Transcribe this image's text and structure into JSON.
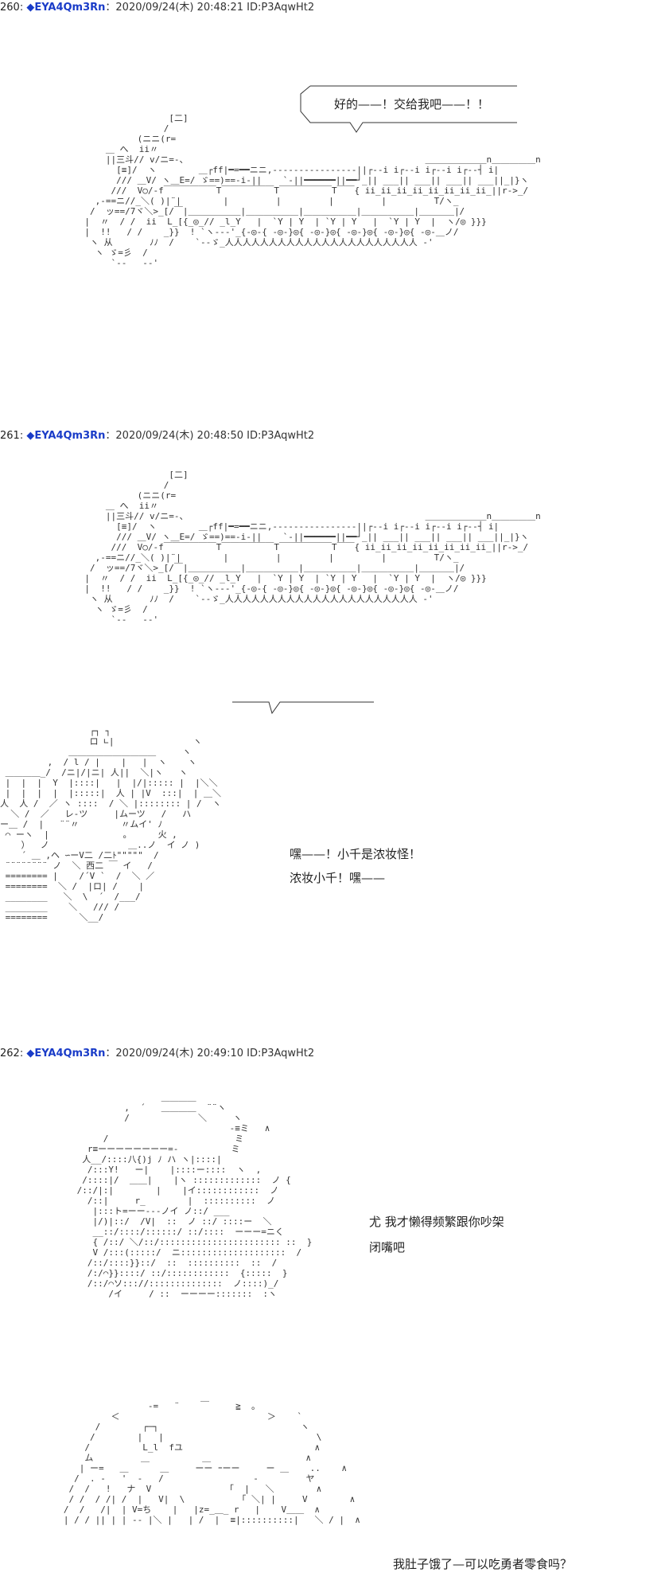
{
  "posts": [
    {
      "number": "260",
      "name": "◆EYA4Qm3Rn",
      "meta": "：2020/09/24(木) 20:48:21 ID:P3AqwHt2",
      "dialogue": [
        "好的——！交给我吧——！！"
      ]
    },
    {
      "number": "261",
      "name": "◆EYA4Qm3Rn",
      "meta": "：2020/09/24(木) 20:48:50 ID:P3AqwHt2",
      "dialogue": [
        "嘿——！小千是浓妆怪！",
        "浓妆小千！嘿——"
      ]
    },
    {
      "number": "262",
      "name": "◆EYA4Qm3Rn",
      "meta": "：2020/09/24(木) 20:49:10 ID:P3AqwHt2",
      "dialogue": [
        "尤 我才懒得频繁跟你吵架",
        "闭嘴吧",
        "我肚子饿了—可以吃勇者零食吗？"
      ]
    }
  ],
  "colors": {
    "trip": "#1a3cc8",
    "text": "#222222"
  }
}
